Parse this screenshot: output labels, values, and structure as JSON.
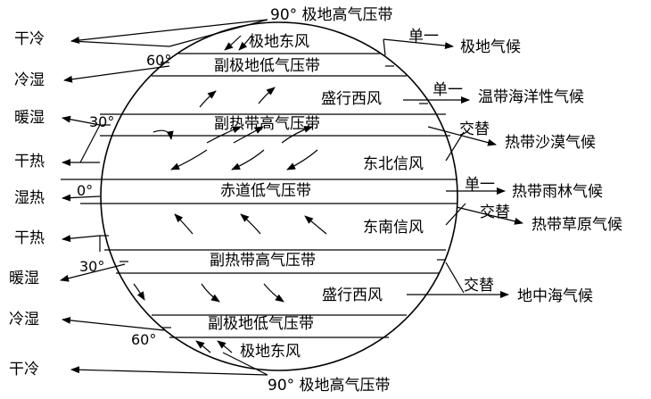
{
  "top_pole": "90° 极地高气压带",
  "bottom_pole": "90° 极地高气压带",
  "bands": [
    "极地东风",
    "副极地低气压带",
    "盛行西风",
    "副热带高气压带",
    "东北信风",
    "赤道低气压带",
    "东南信风",
    "副热带高气压带",
    "盛行西风",
    "副极地低气压带",
    "极地东风"
  ],
  "lat_labels": [
    "60°",
    "30°",
    "0°",
    "30°",
    "60°"
  ],
  "left_climate": [
    "干冷",
    "冷湿",
    "暖湿",
    "干热",
    "湿热",
    "干热",
    "暖湿",
    "冷湿",
    "干冷"
  ],
  "right_connectors": [
    "单一",
    "单一",
    "交替",
    "单一",
    "交替",
    "交替"
  ],
  "right_climates": [
    "极地气候",
    "温带海洋性气候",
    "热带沙漠气候",
    "热带雨林气候",
    "热带草原气候",
    "地中海气候"
  ]
}
